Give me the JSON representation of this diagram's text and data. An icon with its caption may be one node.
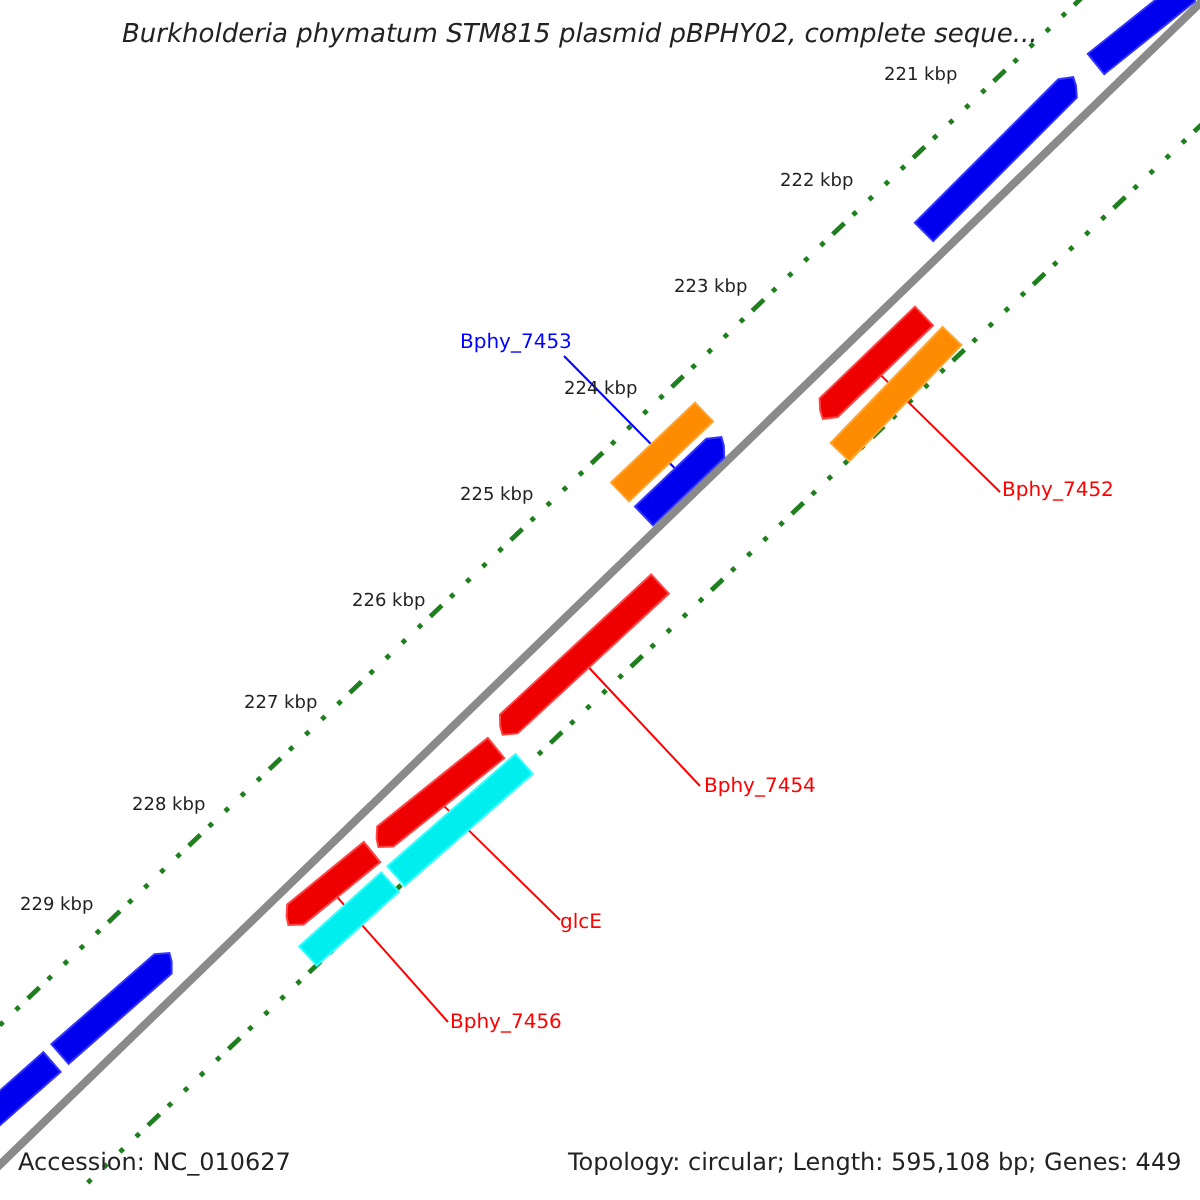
{
  "diagram": {
    "title": "Burkholderia phymatum STM815 plasmid pBPHY02, complete seque...",
    "nodes": [
      {
        "text": [
          "Bphy_7453"
        ]
      },
      {
        "text": [],
        "shape": "bar"
      },
      {
        "text": [
          "Bphy_7452"
        ]
      },
      {
        "text": [],
        "shape": "bar"
      },
      {
        "text": [
          "Bphy_7454"
        ]
      },
      {
        "text": [],
        "shape": "bar"
      },
      {
        "text": [
          "glcE"
        ]
      },
      {
        "text": [],
        "shape": "bar"
      },
      {
        "text": [
          "Bphy_7456"
        ]
      },
      {
        "text": [],
        "shape": "bar"
      },
      {
        "text": [],
        "shape": "bar"
      },
      {
        "text": [],
        "shape": "bar"
      },
      {
        "text": [],
        "shape": "bar"
      },
      {
        "text": [],
        "shape": "bar"
      },
      {
        "text": [],
        "shape": "bar"
      },
      {
        "text": [],
        "shape": "bar"
      },
      {
        "text": [],
        "shape": "bar"
      },
      {
        "text": [],
        "shape": "bar"
      }
    ],
    "edges": [
      {
        "from": 0,
        "to": 1,
        "arrow": "none",
        "color": "#0000ff"
      },
      {
        "from": 2,
        "to": 3,
        "arrow": "none"
      },
      {
        "from": 4,
        "to": 5,
        "arrow": "none"
      },
      {
        "from": 6,
        "to": 7,
        "arrow": "none"
      },
      {
        "from": 8,
        "to": 9,
        "arrow": "none"
      }
    ],
    "labels": [
      "221 kbp",
      "222 kbp",
      "223 kbp",
      "224 kbp",
      "225 kbp",
      "226 kbp",
      "227 kbp",
      "228 kbp",
      "229 kbp",
      "Accession: NC_010627",
      "Topology: circular; Length: 595,108 bp; Genes: 449"
    ]
  }
}
